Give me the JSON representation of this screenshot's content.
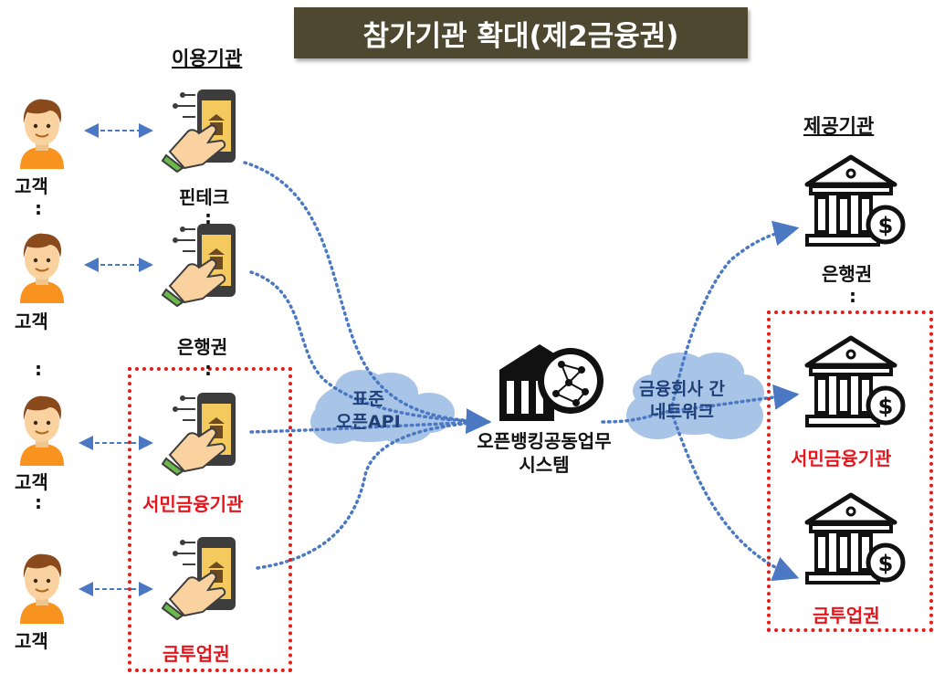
{
  "title": "참가기관 확대(제2금융권)",
  "left_header": "이용기관",
  "right_header": "제공기관",
  "customer_label": "고객",
  "ellipsis": ":",
  "users": {
    "fintech": "핀테크",
    "bank": "은행권",
    "savings": "서민금융기관",
    "securities": "금투업권"
  },
  "providers": {
    "bank": "은행권",
    "savings": "서민금융기관",
    "securities": "금투업권"
  },
  "cloud_left": {
    "line1": "표준",
    "line2": "오픈API"
  },
  "center": {
    "line1": "오픈뱅킹공동업무",
    "line2": "시스템"
  },
  "cloud_right": {
    "line1": "금융회사 간",
    "line2": "네트워크"
  },
  "colors": {
    "title_bg": "#4d482f",
    "highlight_red": "#e8141b",
    "link_blue": "#4a78c2",
    "cloud": "#a8c4e6"
  }
}
